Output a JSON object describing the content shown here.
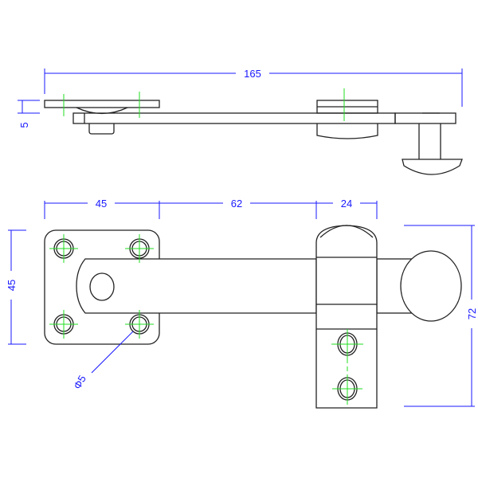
{
  "top_view": {
    "overall_length": "165",
    "plate_thickness": "5"
  },
  "front_view": {
    "plate_width": "45",
    "bar_length": "62",
    "keep_width": "24",
    "plate_height": "45",
    "overall_height": "72",
    "hole_diameter": "Φ5"
  },
  "colors": {
    "outline": "#222222",
    "dimension": "#1a1aff",
    "centerline": "#22dd22"
  }
}
